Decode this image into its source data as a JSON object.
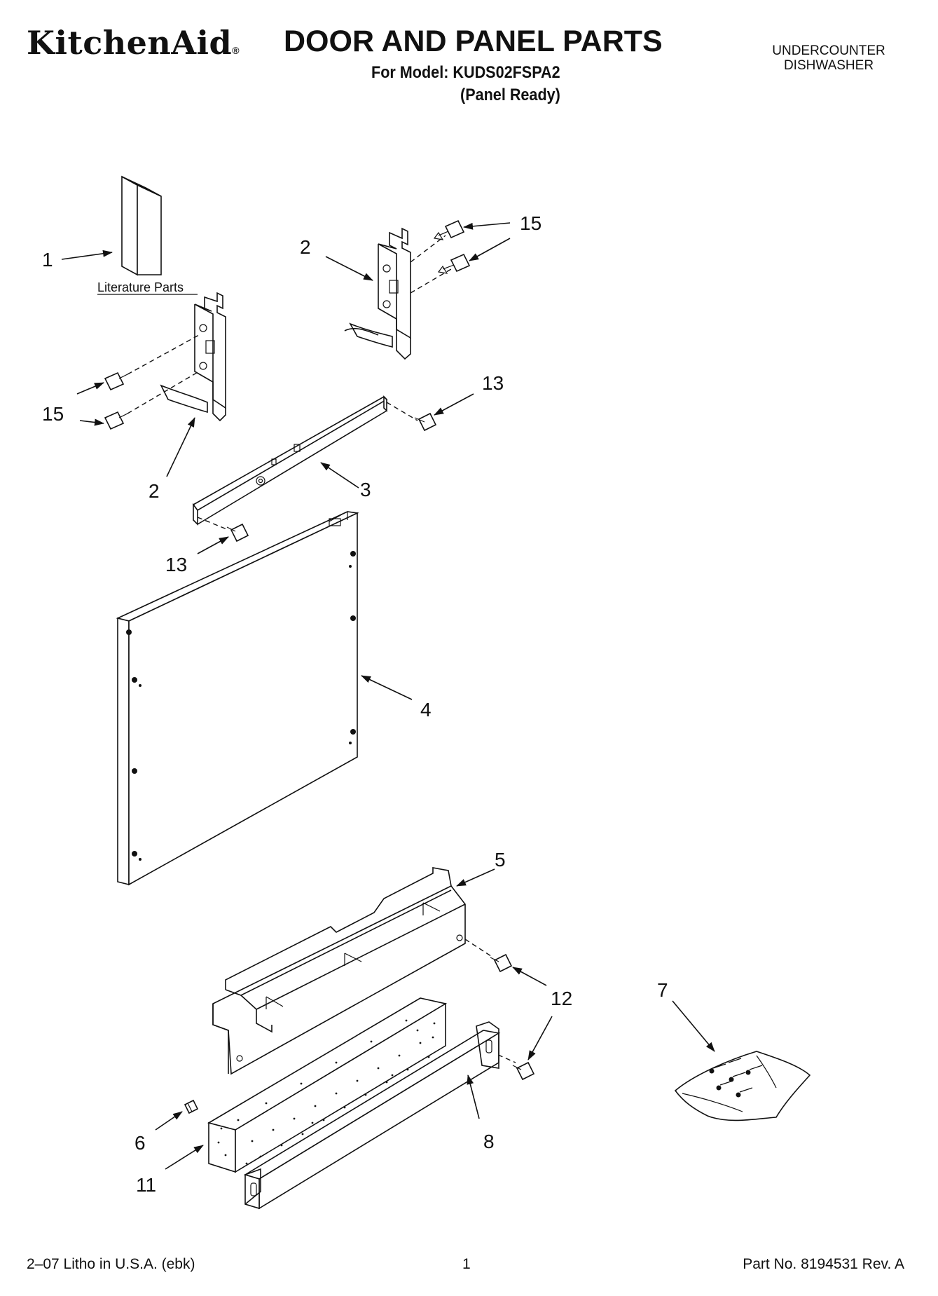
{
  "header": {
    "brand": "KitchenAid",
    "brand_mark": "®",
    "title": "DOOR AND PANEL PARTS",
    "model_line": "For Model: KUDS02FSPA2",
    "variant": "(Panel Ready)",
    "category_line1": "UNDERCOUNTER",
    "category_line2": "DISHWASHER"
  },
  "diagram": {
    "literature_label": "Literature Parts",
    "callouts": {
      "c1": "1",
      "c2_upper": "2",
      "c2_lower": "2",
      "c3": "3",
      "c4": "4",
      "c5": "5",
      "c6": "6",
      "c7": "7",
      "c8": "8",
      "c11": "11",
      "c12": "12",
      "c13_upper": "13",
      "c13_lower": "13",
      "c15_upper": "15",
      "c15_lower": "15"
    }
  },
  "footer": {
    "litho": "2–07 Litho in U.S.A. (ebk)",
    "page": "1",
    "part_no": "Part No. 8194531 Rev. A"
  }
}
